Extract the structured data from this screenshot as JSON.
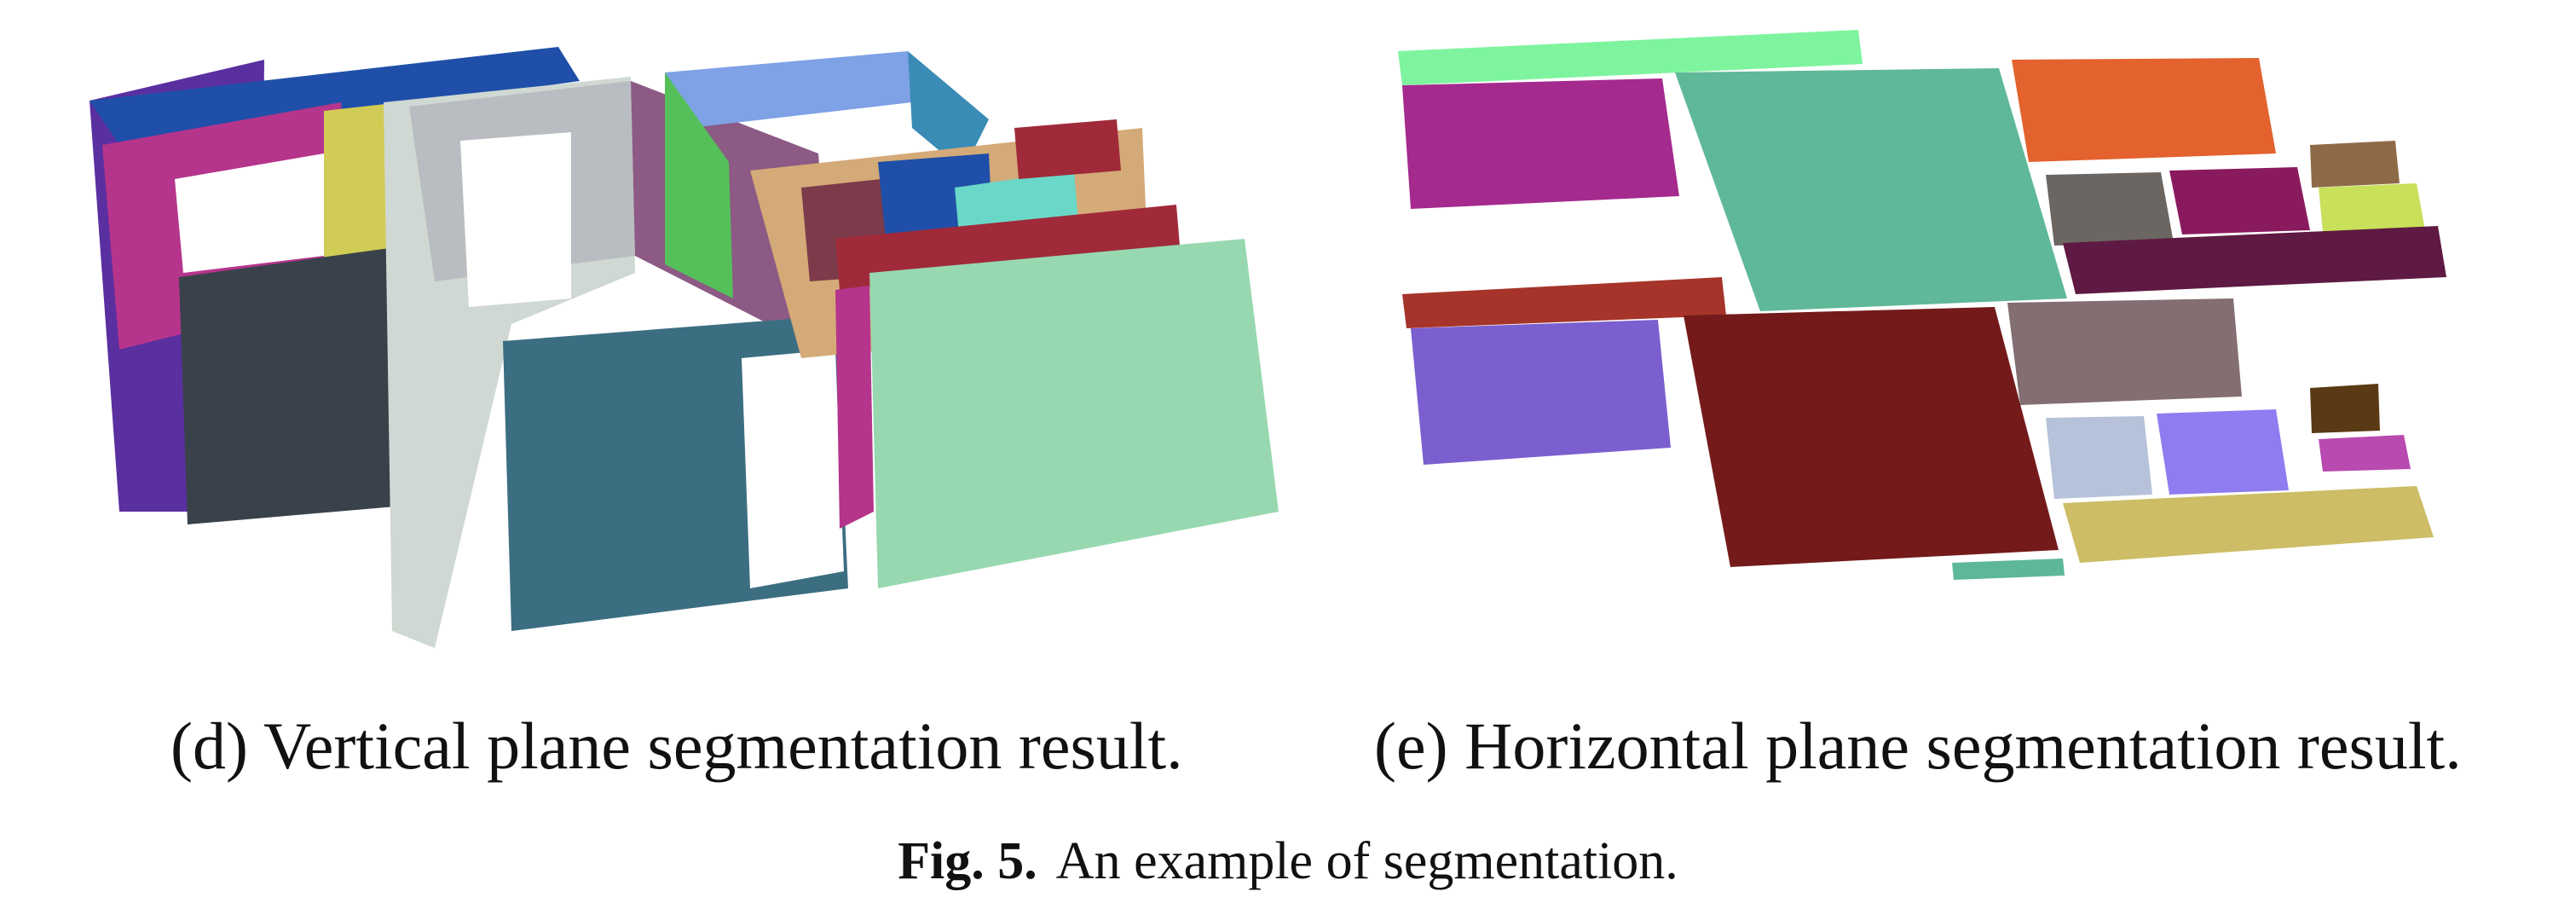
{
  "panels": [
    {
      "label": "(d) Vertical plane segmentation result."
    },
    {
      "label": "(e) Horizontal plane segmentation result."
    }
  ],
  "figure": {
    "label": "Fig. 5.",
    "text": "An example of segmentation."
  },
  "colors": {
    "vertical": [
      "#1f4fa8",
      "#8a3aa0",
      "#5a2fa0",
      "#39424a",
      "#d1cc55",
      "#b9bcc0",
      "#b5348c",
      "#cfd8d2",
      "#3c6e82",
      "#8c5a84",
      "#7fa1e6",
      "#3a8bb5",
      "#98d8b0",
      "#7c3a4a",
      "#55c05a",
      "#d4aa78",
      "#a02a3a",
      "#6ad8c8"
    ],
    "horizontal": [
      "#7ef49e",
      "#a52a8e",
      "#5fb898",
      "#e3622e",
      "#6b6662",
      "#8a1a5e",
      "#8f6a48",
      "#c8e05a",
      "#5e1a42",
      "#a6342a",
      "#7b5fcf",
      "#741a1a",
      "#836e72",
      "#b6c2da",
      "#8f7cf0",
      "#5a3a14",
      "#b94ab0",
      "#ccbd66",
      "#5cb898"
    ]
  }
}
